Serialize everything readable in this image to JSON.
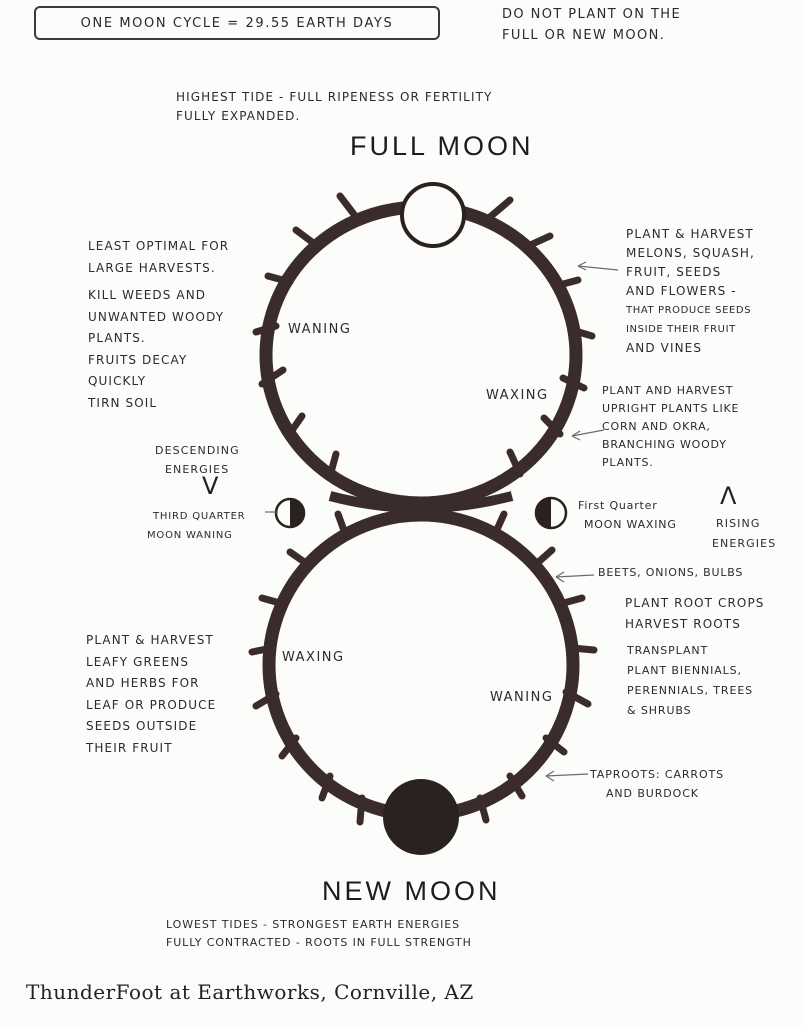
{
  "header": {
    "cycle_note": "One moon cycle = 29.55 Earth days",
    "warning": [
      "Do not plant on the",
      "full or new moon."
    ]
  },
  "full_moon": {
    "note": [
      "Highest tide - full ripeness or fertility",
      "fully expanded."
    ],
    "title": "Full Moon"
  },
  "new_moon": {
    "title": "New moon",
    "note": [
      "Lowest tides - strongest earth energies",
      "fully contracted - Roots in full strength"
    ]
  },
  "upper_left": {
    "lines": [
      "Least optimal for",
      "large harvests.",
      "",
      "Kill weeds and",
      "unwanted woody",
      "plants.",
      "Fruits decay",
      "quickly",
      "Tirn soil"
    ]
  },
  "upper_right_top": {
    "lines": [
      "Plant & harvest",
      "melons, squash,",
      "fruit, seeds",
      "and flowers -",
      "that produce seeds",
      "inside their fruit",
      "and vines"
    ]
  },
  "upper_right_bottom": {
    "lines": [
      "Plant and harvest",
      "upright plants like",
      "corn and okra,",
      "branching woody",
      "plants."
    ]
  },
  "phases": {
    "upper_left_label": "Waning",
    "upper_right_label": "Waxing",
    "lower_left_label": "Waxing",
    "lower_right_label": "Waning"
  },
  "descending": {
    "label": [
      "Descending",
      "energies"
    ],
    "arrow": "V"
  },
  "rising": {
    "label": [
      "Rising",
      "energies"
    ],
    "arrow": "Λ"
  },
  "third_quarter": {
    "label": [
      "Third quarter",
      "moon waning"
    ]
  },
  "first_quarter": {
    "label": [
      "First Quarter",
      "moon waxing"
    ]
  },
  "lower_right": {
    "beets": "Beets, onions, bulbs",
    "roots": [
      "Plant root crops",
      "Harvest roots"
    ],
    "transplant": [
      "Transplant",
      "plant biennials,",
      "perennials, trees",
      "& shrubs"
    ],
    "taproots": [
      "Taproots: carrots",
      "and burdock"
    ]
  },
  "lower_left": {
    "lines": [
      "Plant & harvest",
      "leafy greens",
      "and herbs for",
      "leaf or produce",
      "seeds outside",
      "their fruit"
    ]
  },
  "signature": "ThunderFoot at Earthworks, Cornville, AZ",
  "colors": {
    "ink": "#2a2220",
    "vine": "#3a2c2b",
    "paper": "#fcfcfa"
  }
}
